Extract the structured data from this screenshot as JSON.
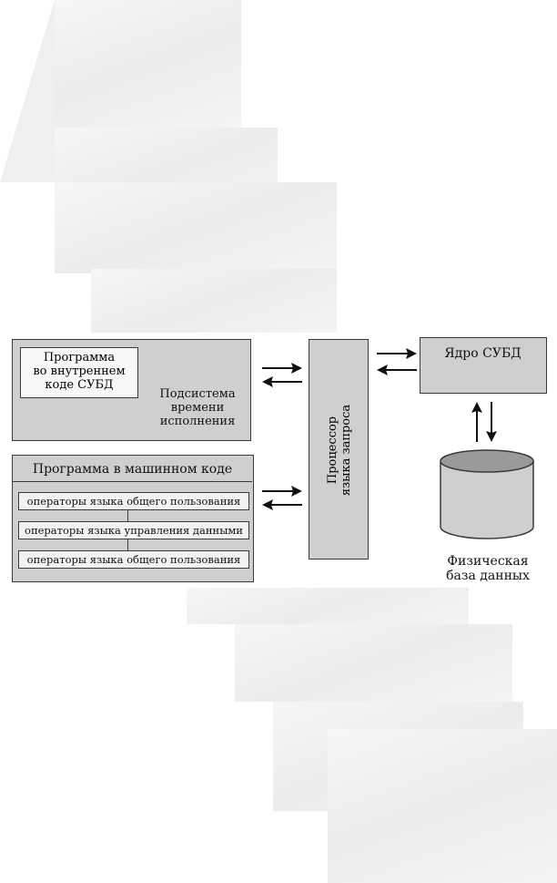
{
  "runtime": {
    "program_lines": [
      "Программа",
      "во внутреннем",
      "коде СУБД"
    ],
    "subsystem_lines": [
      "Подсистема",
      "времени",
      "исполнения"
    ]
  },
  "machine_code": {
    "title": "Программа в машинном коде",
    "operators": [
      "операторы языка общего пользования",
      "операторы языка управления данными",
      "операторы языка общего пользования"
    ]
  },
  "query_processor": {
    "lines": [
      "Процессор",
      "языка запроса"
    ]
  },
  "dbms_core": {
    "label": "Ядро СУБД"
  },
  "physical_db": {
    "lines": [
      "Физическая",
      "база данных"
    ]
  },
  "colors": {
    "box_fill": "#cfcfcf",
    "inner_fill": "#f7f7f7",
    "stroke": "#3a3a3a",
    "cylinder_top": "#9a9a9a"
  }
}
